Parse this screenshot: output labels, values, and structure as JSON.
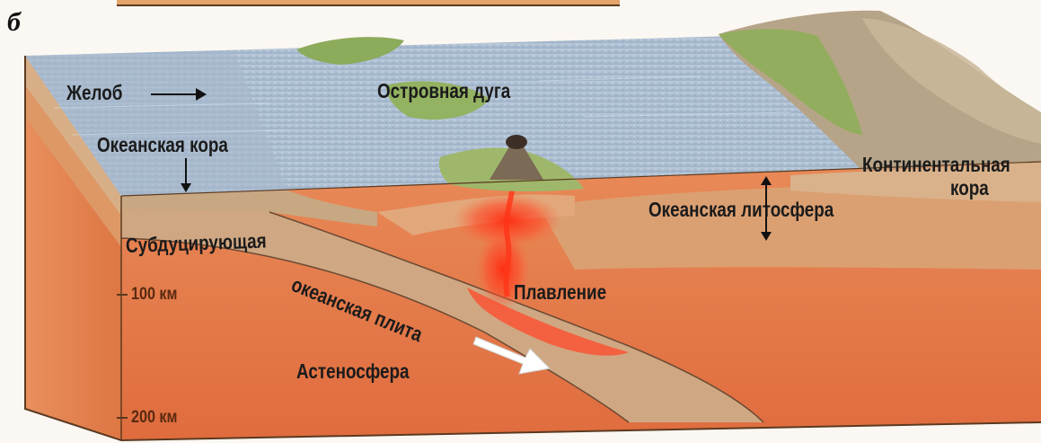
{
  "panel_letter": "б",
  "labels": {
    "trench": "Желоб",
    "island_arc": "Островная дуга",
    "oceanic_crust": "Океанская кора",
    "continental_crust_line1": "Континентальная",
    "continental_crust_line2": "кора",
    "oceanic_lithosphere": "Океанская литосфера",
    "subducting_line1": "Субдуцирующая",
    "subducting_line2": "океанская плита",
    "melting": "Плавление",
    "asthenosphere": "Астеносфера"
  },
  "depth_marks": {
    "d100": "100 км",
    "d200": "200 км"
  },
  "colors": {
    "ocean": "#a9bcd1",
    "crust_top": "#d7b48c",
    "lithosphere": "#d99f6f",
    "mantle": "#e27d4f",
    "asthenosphere": "#e36f45",
    "slab": "#c9a27c",
    "melt": "#ff4a2a",
    "land_green": "#8fae5a",
    "land_brown": "#b4a083"
  }
}
